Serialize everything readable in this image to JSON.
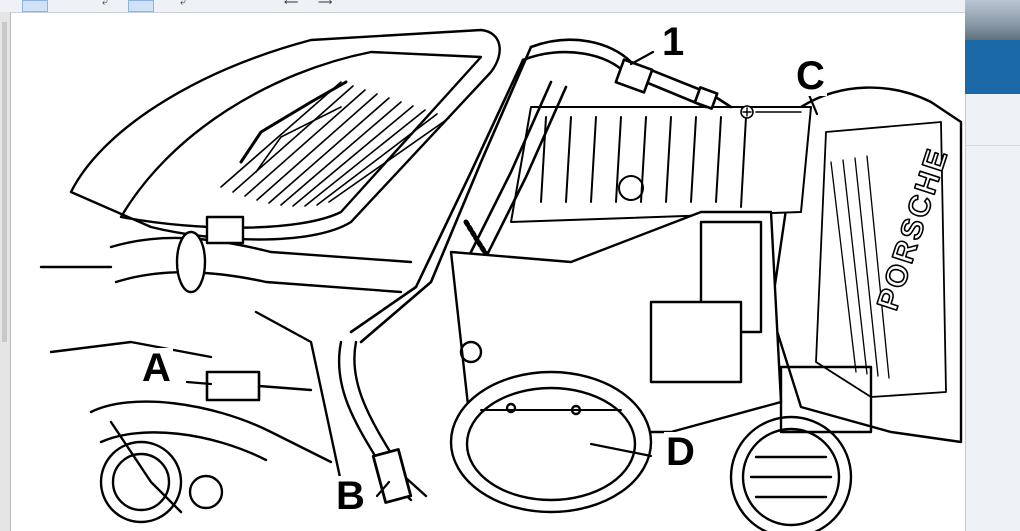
{
  "toolbar": {
    "buttons": [
      {
        "icon": "pointer-select-icon"
      },
      {
        "icon": "arrow-tool-icon"
      },
      {
        "icon": "arrow-tool-icon"
      },
      {
        "icon": "arrow-tool-icon"
      },
      {
        "icon": "undo-icon"
      },
      {
        "icon": "redo-icon"
      }
    ]
  },
  "diagram": {
    "brand_text": "PORSCHE",
    "callouts": {
      "one": "1",
      "a": "A",
      "b": "B",
      "c": "C",
      "d": "D"
    }
  },
  "colors": {
    "line": "#000000",
    "background": "#ffffff",
    "accent_blue": "#1b69a8"
  }
}
